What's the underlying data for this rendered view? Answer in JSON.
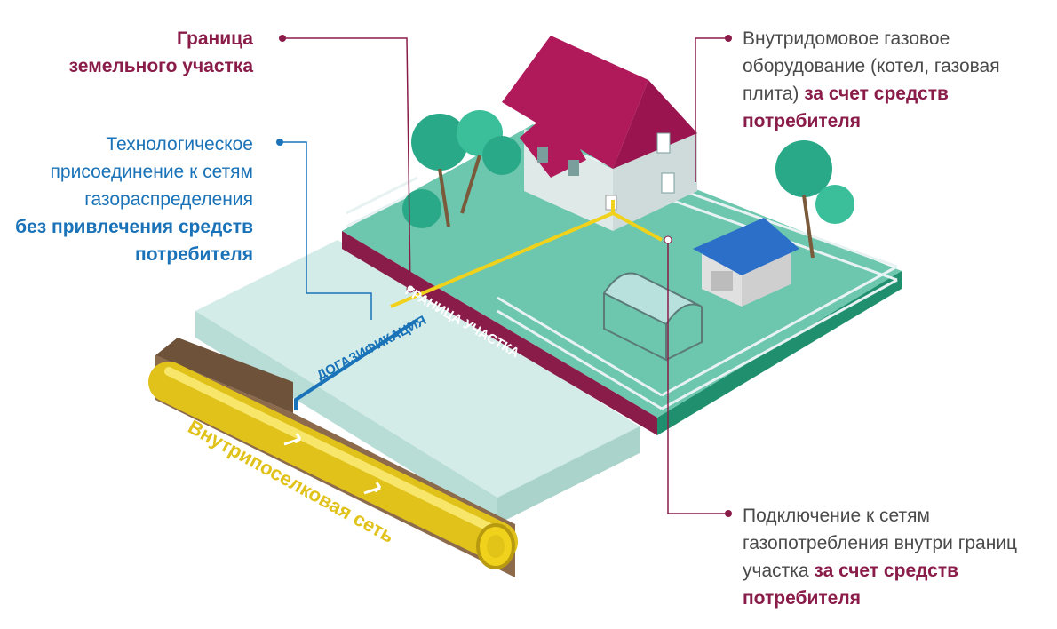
{
  "labels": {
    "land_boundary": {
      "line1": "Граница",
      "line2": "земельного участка"
    },
    "tech_connection": {
      "line1": "Технологическое",
      "line2": "присоединение к сетям",
      "line3": "газораспределения",
      "line4": "без привлечения средств",
      "line5": "потребителя"
    },
    "indoor_equipment": {
      "line1": "Внутридомовое газовое",
      "line2": "оборудование (котел, газовая",
      "line3_plain": "плита) ",
      "line3_bold": "за счет средств",
      "line4": "потребителя"
    },
    "consumption_connection": {
      "line1": "Подключение к сетям",
      "line2": "газопотребления внутри границ",
      "line3_plain": "участка ",
      "line3_bold": "за счет средств",
      "line4": "потребителя"
    }
  },
  "scene_text": {
    "plot_boundary": "ГРАНИЦА УЧАСТКА",
    "gasification": "ДОГАЗИФИКАЦИЯ",
    "village_network": "Внутрипоселковая сеть"
  },
  "colors": {
    "magenta": "#8a1c4a",
    "blue": "#1a73b8",
    "gas_yellow": "#f0d21c",
    "lawn": "#6cc7ae",
    "plot_side": "#1f8f6e",
    "road": "#cfe8e3",
    "soil": "#8c6a4c"
  }
}
